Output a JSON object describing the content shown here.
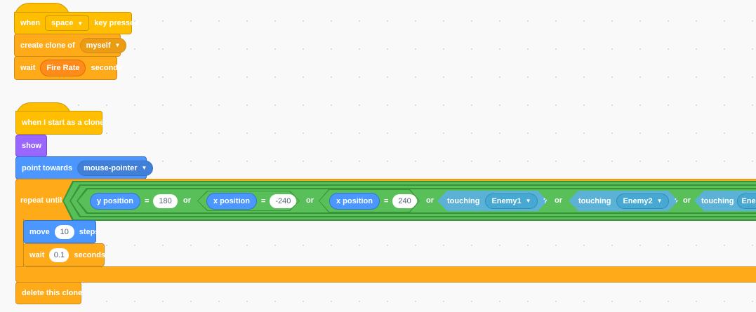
{
  "script1": {
    "hat": {
      "when": "when",
      "key": "space",
      "suffix": "key pressed"
    },
    "clone": {
      "label": "create clone of",
      "target": "myself"
    },
    "wait": {
      "label": "wait",
      "value": "Fire Rate",
      "suffix": "seconds"
    }
  },
  "script2": {
    "hat": "when I start as a clone",
    "show": "show",
    "point": {
      "label": "point towards",
      "target": "mouse-pointer"
    },
    "repeat": {
      "label": "repeat until",
      "conditions": [
        {
          "reporter": "y position",
          "op": "=",
          "value": "180"
        },
        {
          "reporter": "x position",
          "op": "=",
          "value": "-240"
        },
        {
          "reporter": "x position",
          "op": "=",
          "value": "240"
        }
      ],
      "touching": [
        {
          "label": "touching",
          "target": "Enemy1",
          "q": "?"
        },
        {
          "label": "touching",
          "target": "Enemy2",
          "q": "?"
        },
        {
          "label": "touching",
          "target": "Ene"
        }
      ],
      "or": "or"
    },
    "move": {
      "label": "move",
      "value": "10",
      "suffix": "steps"
    },
    "wait": {
      "label": "wait",
      "value": "0.1",
      "suffix": "seconds"
    },
    "delete": "delete this clone"
  },
  "colors": {
    "events": "#FFBF00",
    "control": "#FFAB19",
    "looks": "#9966FF",
    "motion": "#4C97FF",
    "operators": "#59C059",
    "sensing": "#5CB1D6"
  }
}
